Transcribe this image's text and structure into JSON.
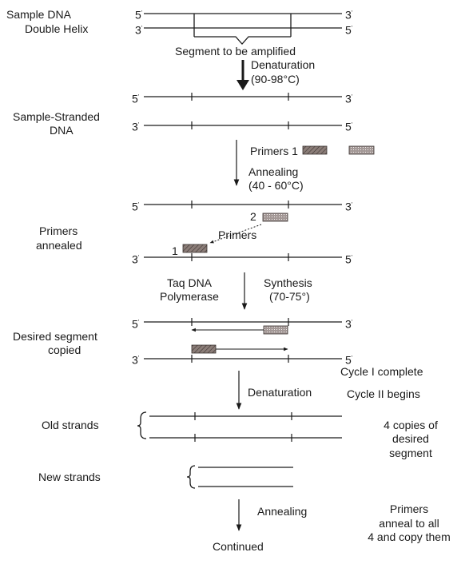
{
  "labels": {
    "sample_dna": "Sample DNA",
    "double_helix": "Double Helix",
    "single_stranded": "Sample-Stranded",
    "dna": "DNA",
    "primers_annealed_1": "Primers",
    "primers_annealed_2": "annealed",
    "desired_segment_1": "Desired segment",
    "desired_segment_2": "copied",
    "old_strands": "Old strands",
    "new_strands": "New strands"
  },
  "annotations": {
    "segment_amplified": "Segment to be amplified",
    "denaturation_1": "Denaturation",
    "denaturation_1_temp": "(90-98°C)",
    "primers_1": "Primers 1",
    "annealing_1": "Annealing",
    "annealing_1_temp": "(40 - 60°C)",
    "primer_num_2": "2",
    "primers_mid": "Primers",
    "primer_num_1": "1",
    "taq_1": "Taq DNA",
    "taq_2": "Polymerase",
    "synthesis": "Synthesis",
    "synthesis_temp": "(70-75°)",
    "cycle1": "Cycle I complete",
    "denaturation_2": "Denaturation",
    "cycle2": "Cycle II begins",
    "copies_1": "4 copies of",
    "copies_2": "desired",
    "copies_3": "segment",
    "annealing_2": "Annealing",
    "continued": "Continued",
    "anneal_all_1": "Primers",
    "anneal_all_2": "anneal to all",
    "anneal_all_3": "4 and copy them"
  },
  "ends": {
    "five": "5",
    "three": "3",
    "prime": "′"
  },
  "colors": {
    "ink": "#1a1a1a",
    "primer_hatched": "#8b7d78",
    "primer_dotted": "#a39896"
  }
}
